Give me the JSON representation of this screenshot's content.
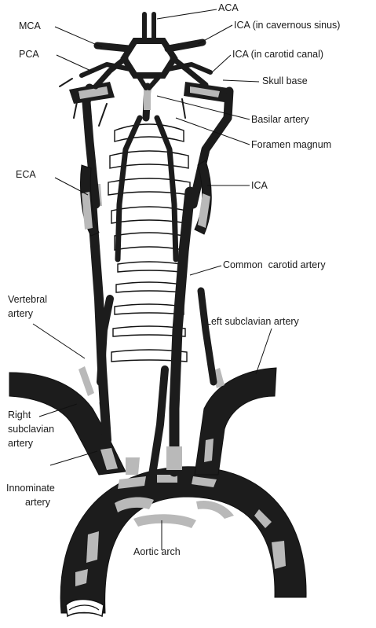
{
  "labels": {
    "aca": "ACA",
    "mca": "MCA",
    "ica_cavernous": "ICA (in cavernous sinus)",
    "pca": "PCA",
    "ica_carotid_canal": "ICA (in carotid canal)",
    "skull_base": "Skull base",
    "basilar": "Basilar artery",
    "foramen": "Foramen magnum",
    "eca": "ECA",
    "ica": "ICA",
    "common_carotid": "Common  carotid artery",
    "vertebral_1": "Vertebral",
    "vertebral_2": "artery",
    "left_subclavian": "Left subclavian artery",
    "right_subclavian_1": "Right",
    "right_subclavian_2": "subclavian",
    "right_subclavian_3": "artery",
    "innominate_1": "Innominate",
    "innominate_2": "artery",
    "aortic_arch": "Aortic arch"
  },
  "colors": {
    "artery": "#1c1c1c",
    "plaque": "#b9b9b9",
    "background": "#ffffff"
  }
}
